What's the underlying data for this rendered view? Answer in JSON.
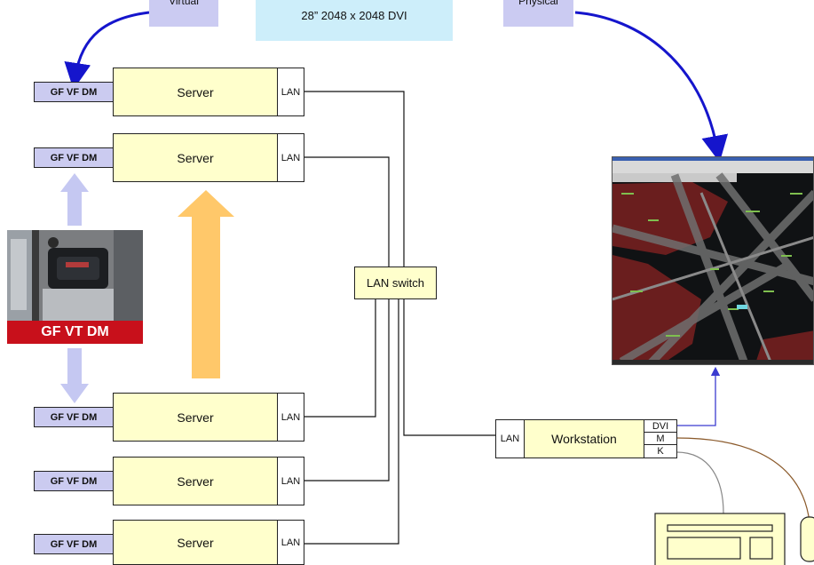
{
  "top": {
    "virtual_label": "Virtual",
    "monitor_label": "28” 2048 x 2048 DVI",
    "physical_label": "Physical"
  },
  "servers": [
    {
      "gf": "GF VF DM",
      "name": "Server",
      "lan": "LAN"
    },
    {
      "gf": "GF VF DM",
      "name": "Server",
      "lan": "LAN"
    },
    {
      "gf": "GF VF DM",
      "name": "Server",
      "lan": "LAN"
    },
    {
      "gf": "GF VF DM",
      "name": "Server",
      "lan": "LAN"
    },
    {
      "gf": "GF VF DM",
      "name": "Server",
      "lan": "LAN"
    }
  ],
  "vt": {
    "label": "GF VT DM"
  },
  "switch": {
    "label": "LAN switch"
  },
  "workstation": {
    "lan": "LAN",
    "name": "Workstation",
    "ports": [
      "DVI",
      "M",
      "K"
    ]
  },
  "colors": {
    "server_fill": "#ffffcc",
    "gf_fill": "#cbcbf0",
    "arrow_blue": "#1515cc",
    "arrow_orange": "#ffc86a",
    "vt_red": "#c8101b"
  }
}
